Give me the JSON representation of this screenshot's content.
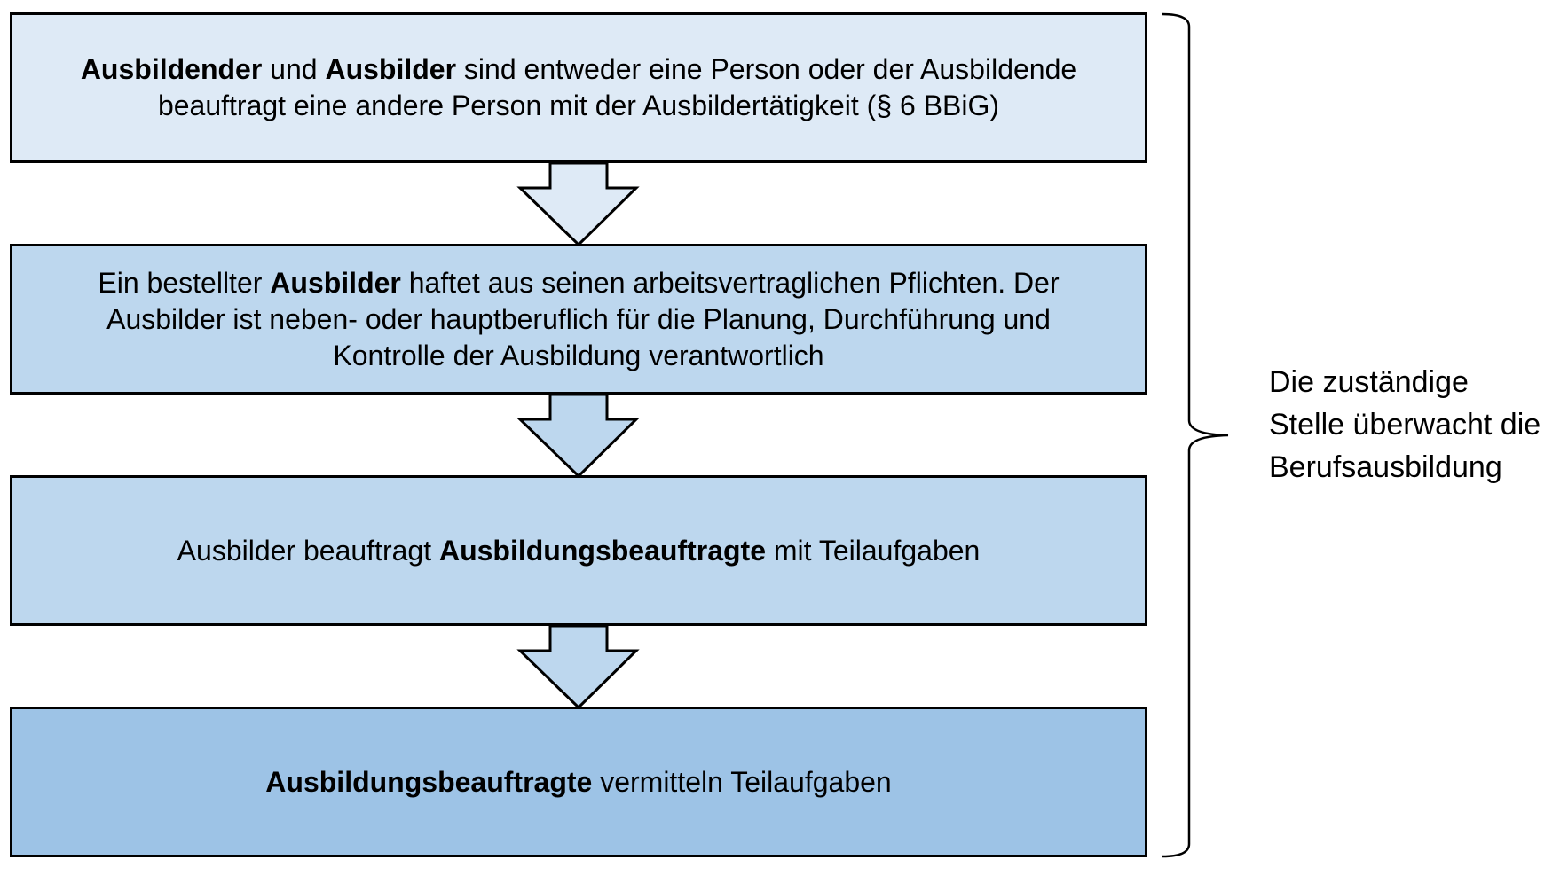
{
  "boxes": [
    {
      "segments": [
        {
          "text": "Ausbildender",
          "bold": true
        },
        {
          "text": " und ",
          "bold": false
        },
        {
          "text": "Ausbilder",
          "bold": true
        },
        {
          "text": " sind entweder eine Person oder der Ausbildende",
          "bold": false
        },
        {
          "br": true
        },
        {
          "text": "beauftragt eine andere Person mit der Ausbildertätigkeit (§ 6 BBiG)",
          "bold": false
        }
      ],
      "fill": "#deeaf6"
    },
    {
      "segments": [
        {
          "text": "Ein bestellter ",
          "bold": false
        },
        {
          "text": "Ausbilder",
          "bold": true
        },
        {
          "text": " haftet aus seinen arbeitsvertraglichen Pflichten. Der",
          "bold": false
        },
        {
          "br": true
        },
        {
          "text": "Ausbilder ist neben- oder hauptberuflich für die Planung, Durchführung und",
          "bold": false
        },
        {
          "br": true
        },
        {
          "text": "Kontrolle der Ausbildung verantwortlich",
          "bold": false
        }
      ],
      "fill": "#bdd7ee"
    },
    {
      "segments": [
        {
          "text": "Ausbilder beauftragt ",
          "bold": false
        },
        {
          "text": "Ausbildungsbeauftragte",
          "bold": true
        },
        {
          "text": " mit Teilaufgaben",
          "bold": false
        }
      ],
      "fill": "#bdd7ee"
    },
    {
      "segments": [
        {
          "text": "Ausbildungsbeauftragte",
          "bold": true
        },
        {
          "text": " vermitteln Teilaufgaben",
          "bold": false
        }
      ],
      "fill": "#9dc3e6"
    }
  ],
  "side_note": {
    "lines": [
      "Die zuständige",
      "Stelle überwacht die",
      "Berufsausbildung"
    ]
  },
  "colors": {
    "arrow_fill_1": "#deeaf6",
    "arrow_fill_2": "#bdd7ee",
    "arrow_fill_3": "#bdd7ee",
    "stroke": "#000000"
  }
}
